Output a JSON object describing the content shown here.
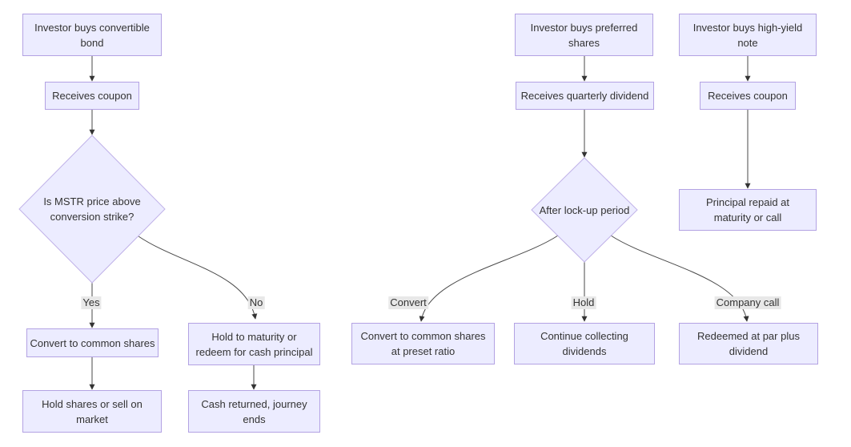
{
  "diagram": {
    "type": "flowchart",
    "background": "#ffffff",
    "colors": {
      "node_fill": "#ECECFF",
      "node_border": "#b3a2e3",
      "edge": "#4a4a4a",
      "arrowhead": "#333333",
      "edge_label_bg": "#e8e8e8",
      "text": "#333333"
    },
    "flows": [
      {
        "name": "convertible-bond-journey"
      },
      {
        "name": "preferred-shares-journey"
      },
      {
        "name": "high-yield-note-journey"
      }
    ]
  },
  "nodes": {
    "buy_convertible": "Investor buys convertible\nbond",
    "receives_coupon_cb": "Receives coupon",
    "mstr_decision": "Is MSTR price above\nconversion strike?",
    "convert_common": "Convert to common shares",
    "hold_or_sell": "Hold shares or sell on\nmarket",
    "hold_maturity": "Hold to maturity or\nredeem for cash principal",
    "cash_returned": "Cash returned, journey\nends",
    "buy_preferred": "Investor buys preferred\nshares",
    "quarterly_dividend": "Receives quarterly dividend",
    "lockup_decision": "After lock-up period",
    "convert_preset": "Convert to common shares\nat preset ratio",
    "continue_dividends": "Continue collecting\ndividends",
    "redeemed_par": "Redeemed at par plus\ndividend",
    "buy_highyield": "Investor buys high-yield\nnote",
    "receives_coupon_hy": "Receives coupon",
    "principal_repaid": "Principal repaid at\nmaturity or call"
  },
  "edge_labels": {
    "yes": "Yes",
    "no": "No",
    "convert": "Convert",
    "hold": "Hold",
    "company_call": "Company call"
  }
}
